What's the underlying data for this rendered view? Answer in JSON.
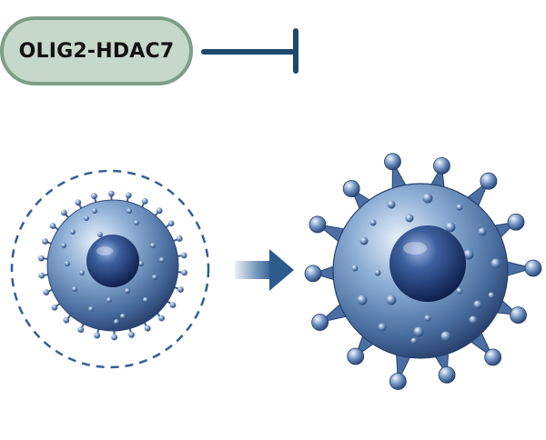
{
  "inhibitor": {
    "label": "OLIG2-HDAC7"
  },
  "colors": {
    "pill_fill": "#c5d8c9",
    "pill_border": "#7e9e86",
    "inhibition_line": "#1f4a6e",
    "dashed_circle": "#2f5f95",
    "arrow": "#3f6f9e",
    "cell_body": "#5c87bd",
    "nucleus": "#14306b"
  },
  "icons": {
    "inhibition": "t-bar-inhibition-icon",
    "transition": "right-arrow-icon",
    "resting_cell": "resting-cell-illustration",
    "activated_cell": "activated-cell-illustration"
  }
}
